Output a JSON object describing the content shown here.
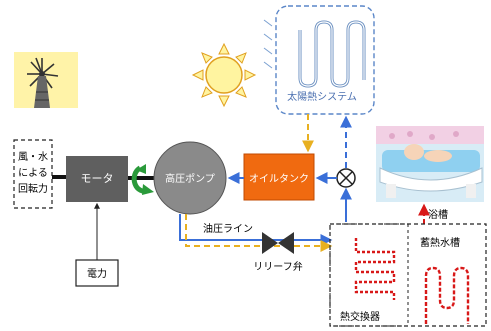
{
  "labels": {
    "wind_water": [
      "風・水",
      "による",
      "回転力"
    ],
    "motor": "モータ",
    "power": "電力",
    "hp_pump": "高圧ポンプ",
    "oil_tank": "オイルタンク",
    "hydraulic_line": "油圧ライン",
    "relief_valve": "リリーフ弁",
    "solar_system": "太陽熱システム",
    "bath": "浴槽",
    "heat_storage": "蓄熱水槽",
    "heat_exchanger": "熱交換器"
  },
  "colors": {
    "oil_tank_fill": "#f06a10",
    "pump_fill": "#8a8a8a",
    "motor_fill": "#5f5f5f",
    "arrow_green": "#2a9a3a",
    "pipe_blue": "#3a6fd8",
    "pipe_yellow": "#e8b020",
    "heat_red": "#d81818",
    "solar_box_blue": "#5a86c8",
    "sun_fill": "#fff4a0",
    "sun_stroke": "#e0a020"
  }
}
